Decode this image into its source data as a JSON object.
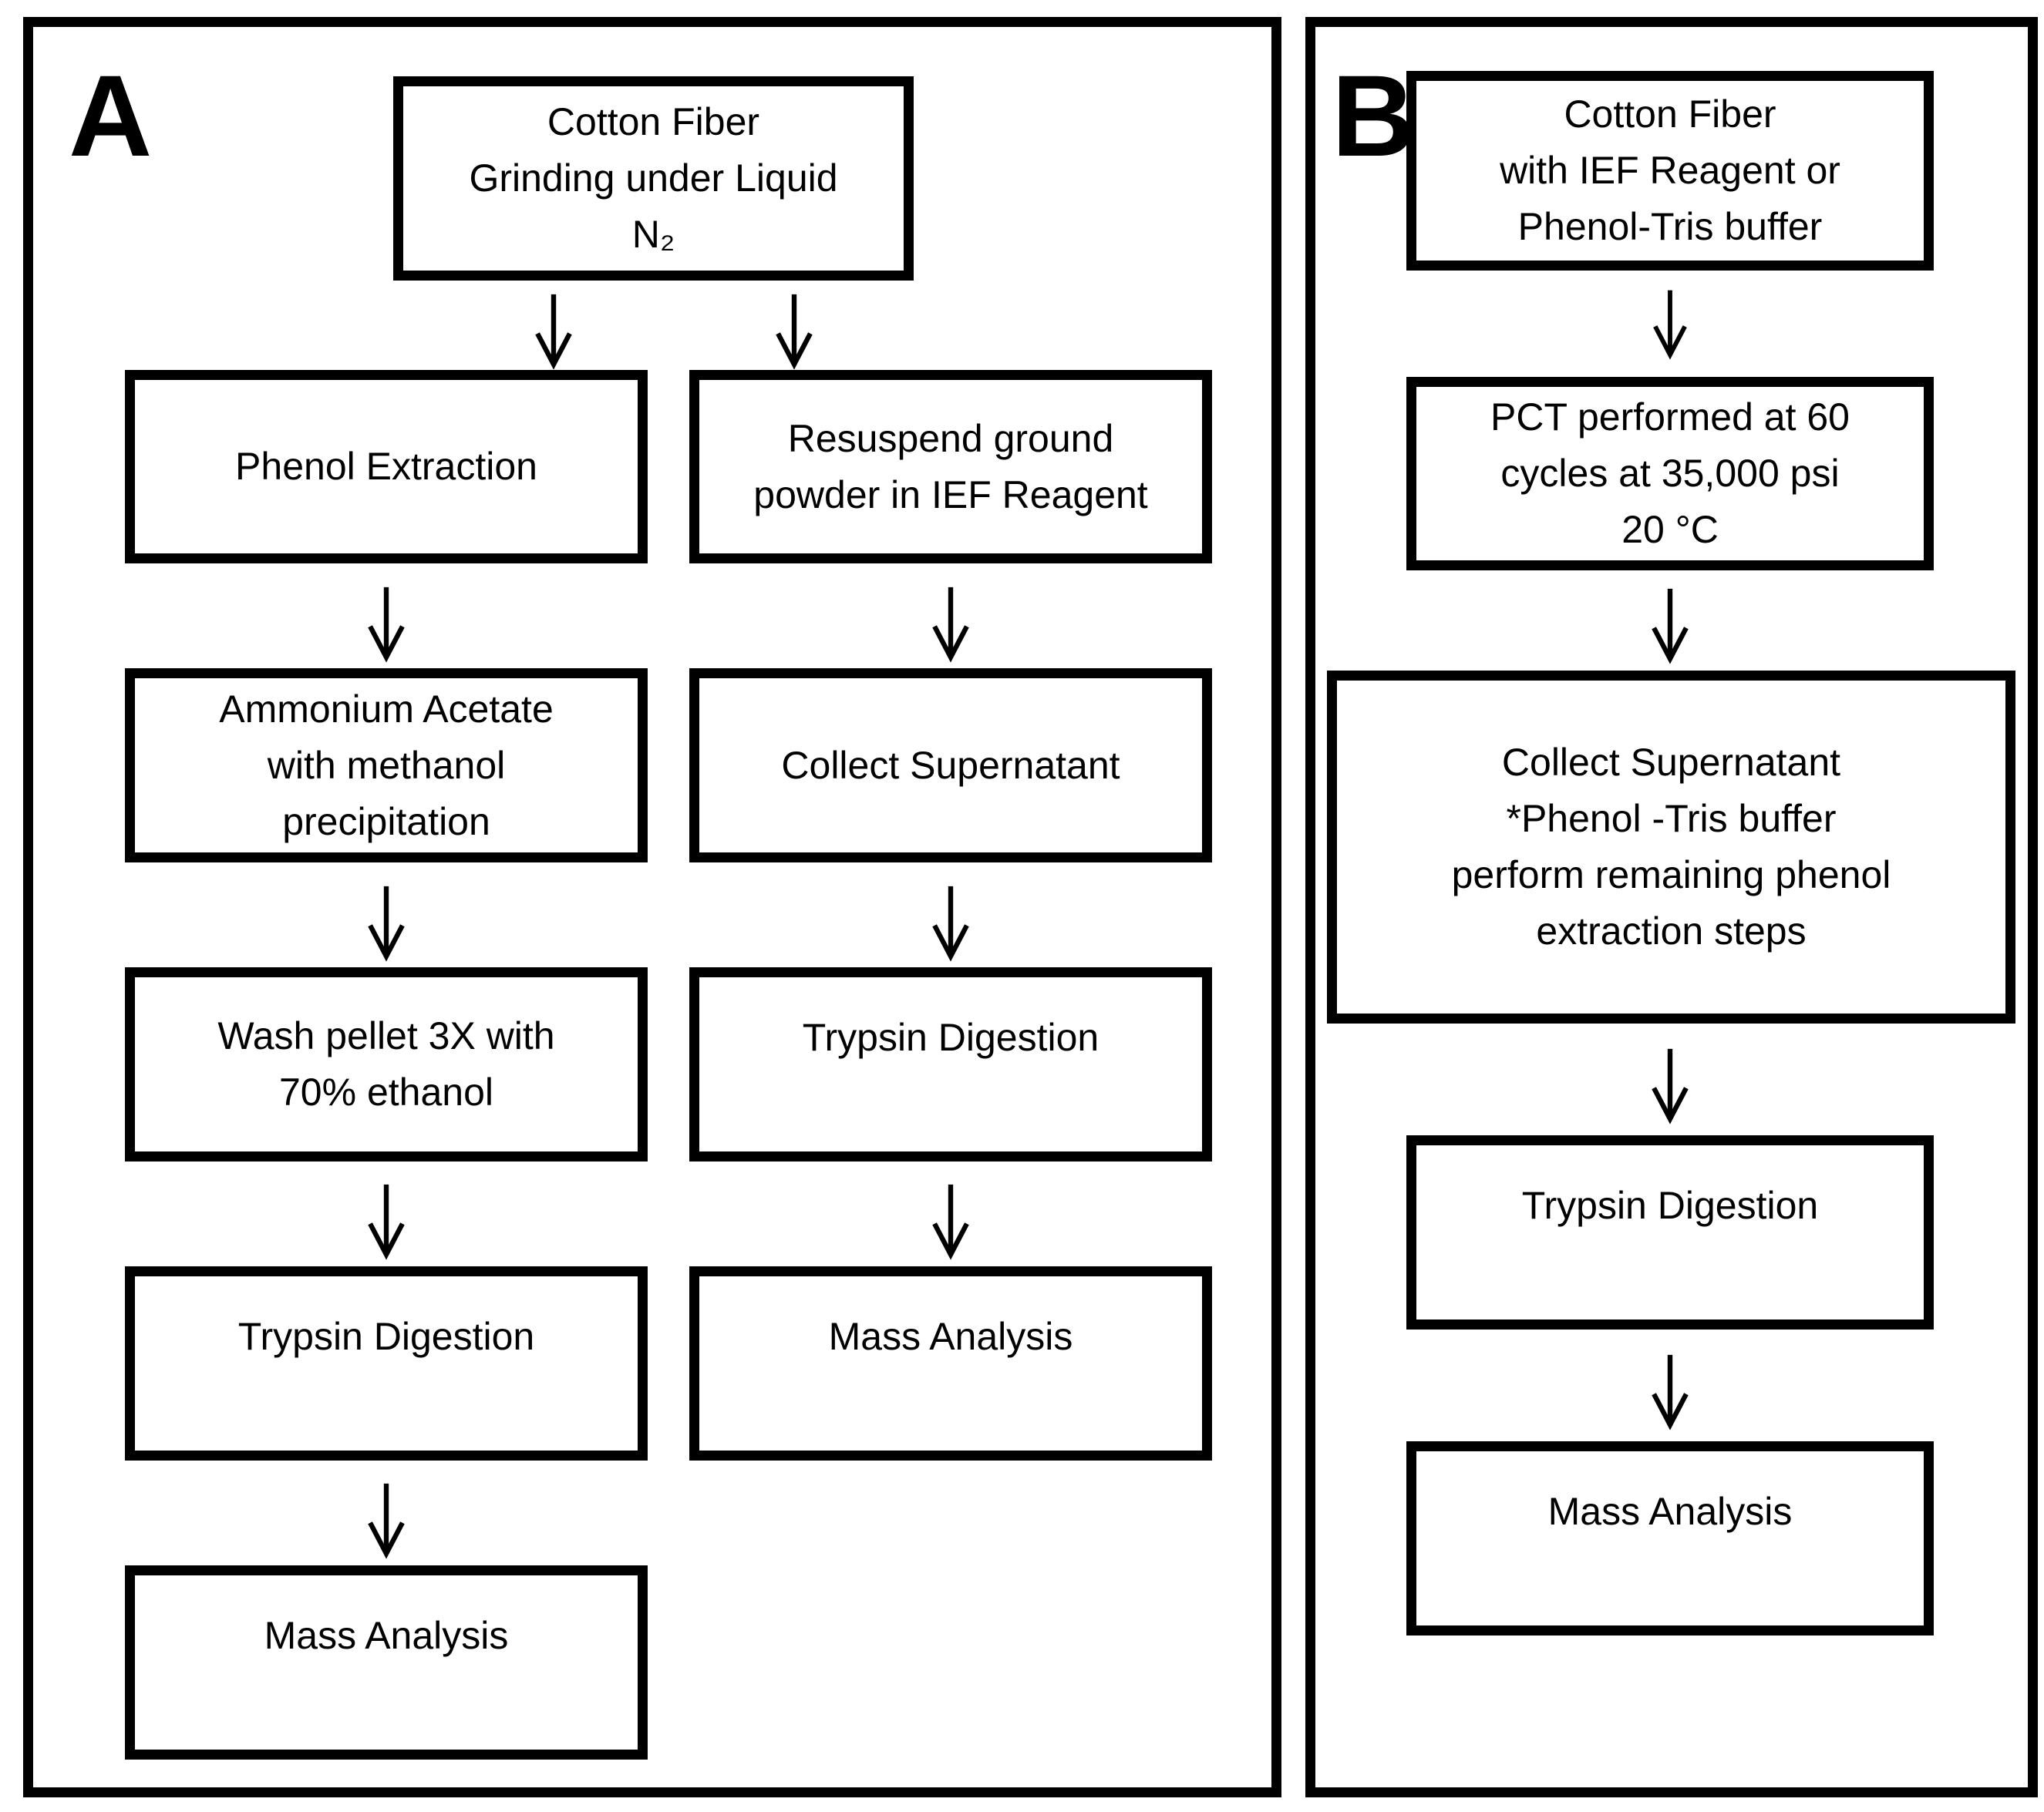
{
  "figure": {
    "type": "flowchart",
    "colors": {
      "ink": "#000000",
      "background": "#ffffff"
    },
    "panelA": {
      "label": "A",
      "top_box": "Cotton Fiber\nGrinding under Liquid\nN₂",
      "left_column": [
        "Phenol Extraction",
        "Ammonium Acetate\nwith methanol\nprecipitation",
        "Wash pellet 3X with\n70% ethanol",
        "Trypsin Digestion",
        "Mass Analysis"
      ],
      "right_column": [
        "Resuspend ground\npowder in IEF Reagent",
        "Collect Supernatant",
        "Trypsin Digestion",
        "Mass Analysis"
      ]
    },
    "panelB": {
      "label": "B",
      "boxes": [
        "Cotton Fiber\nwith IEF Reagent or\nPhenol-Tris buffer",
        "PCT performed at 60\ncycles at 35,000 psi\n20 °C",
        "Collect Supernatant\n*Phenol -Tris buffer\nperform remaining phenol\nextraction steps",
        "Trypsin Digestion",
        "Mass Analysis"
      ]
    }
  }
}
